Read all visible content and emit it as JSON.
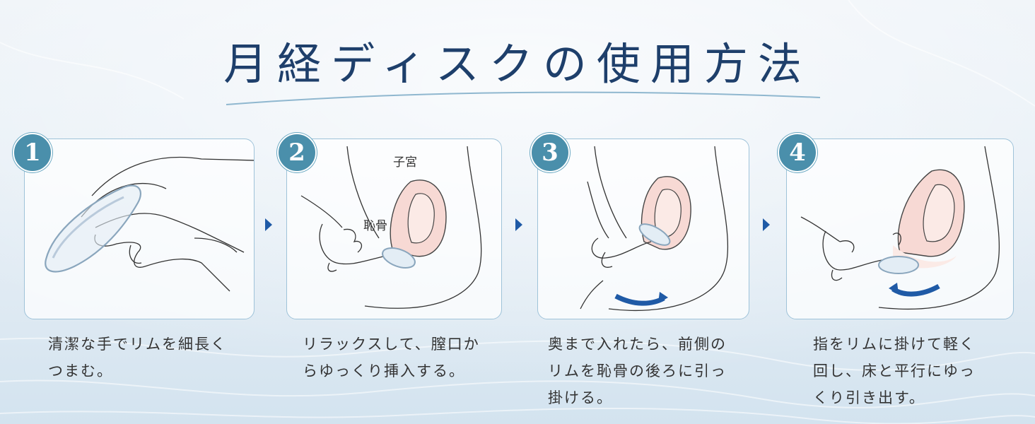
{
  "title": "月経ディスクの使用方法",
  "steps": [
    {
      "number": "1",
      "lines": [
        "清潔な手でリムを細長く",
        "つまむ。"
      ]
    },
    {
      "number": "2",
      "lines": [
        "リラックスして、膣口か",
        "らゆっくり挿入する。"
      ],
      "labels": {
        "uterus": "子宮",
        "pubic_bone": "恥骨"
      }
    },
    {
      "number": "3",
      "lines": [
        "奥まで入れたら、前側の",
        "リムを恥骨の後ろに引っ",
        "掛ける。"
      ]
    },
    {
      "number": "4",
      "lines": [
        "指をリムに掛けて軽く",
        "回し、床と平行にゆっ",
        "くり引き出す。"
      ]
    }
  ],
  "colors": {
    "title": "#1e3f6b",
    "badge": "#4a8fab",
    "arrow": "#1f5aa6",
    "panel_border": "#9fc3d9",
    "uterus": "#f7d9d4"
  }
}
